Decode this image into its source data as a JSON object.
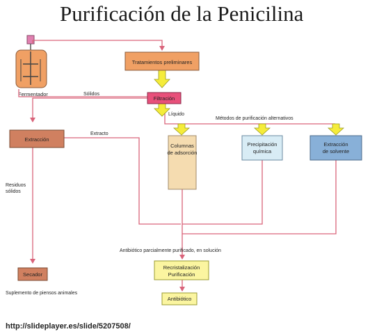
{
  "title": "Purificación de la Penicilina",
  "source_url": "http://slideplayer.es/slide/5207508/",
  "colors": {
    "line": "#d9637a",
    "arrow_yellow": "#f5ec3a",
    "orange": "#f0a064",
    "pink": "#e8507a",
    "brown": "#d08060",
    "tan": "#f5dcb0",
    "lightblue": "#d8ecf5",
    "blue": "#88b0d8",
    "yellow_box": "#fbf5a0"
  },
  "nodes": {
    "fermentador": "Fermentador",
    "tratamientos": "Tratamientos preliminares",
    "filtracion": "Filtración",
    "extraccion": "Extracción",
    "columnas_1": "Columnas",
    "columnas_2": "de adsorción",
    "precipitacion_1": "Precipitación",
    "precipitacion_2": "química",
    "extraccion_solvente_1": "Extracción",
    "extraccion_solvente_2": "de solvente",
    "secador": "Secador",
    "recristalizacion_1": "Recristalización",
    "recristalizacion_2": "Purificación",
    "antibiotico": "Antibiótico"
  },
  "labels": {
    "solidos": "Sólidos",
    "liquido": "Líquido",
    "metodos": "Métodos de purificación alternativos",
    "extracto": "Extracto",
    "residuos_1": "Residuos",
    "residuos_2": "sólidos",
    "parcial": "Antibiótico parcialmente purificado, en solución",
    "suplemento": "Suplemento de piensos animales"
  }
}
